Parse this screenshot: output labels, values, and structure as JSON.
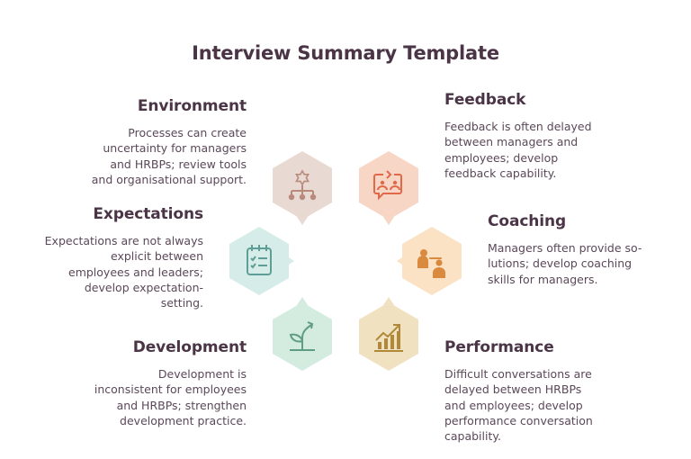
{
  "title": "Interview Summary Template",
  "sections": {
    "environment": {
      "heading": "Environment",
      "text": "Processes can create\nuncertainty for managers\nand HRBPs; review tools\nand organisational support.",
      "icon": "org-chart-icon",
      "color": "#e8d9d2",
      "icon_color": "#b98a7c"
    },
    "feedback": {
      "heading": "Feedback",
      "text": "Feedback is often delayed\nbetween managers and\nemployees; develop\nfeedback capability.",
      "icon": "feedback-chat-icon",
      "color": "#f8d6c6",
      "icon_color": "#e0694a"
    },
    "expectations": {
      "heading": "Expectations",
      "text": "Expectations are not always\nexplicit between\nemployees and leaders;\ndevelop expectation-\nsetting.",
      "icon": "checklist-icon",
      "color": "#d6ece8",
      "icon_color": "#5f9e96"
    },
    "coaching": {
      "heading": "Coaching",
      "text": "Managers often provide so-\nlutions; develop coaching\nskills for managers.",
      "icon": "coaching-people-icon",
      "color": "#fbe2c4",
      "icon_color": "#d98a3e"
    },
    "development": {
      "heading": "Development",
      "text": "Development is\ninconsistent for employees\nand HRBPs; strengthen\ndevelopment practice.",
      "icon": "growth-plant-icon",
      "color": "#d4ebe0",
      "icon_color": "#5f9e80"
    },
    "performance": {
      "heading": "Performance",
      "text": "Difficult conversations are\ndelayed between HRBPs\nand employees; develop\nperformance conversation\ncapability.",
      "icon": "bar-chart-growth-icon",
      "color": "#f0e2c0",
      "icon_color": "#b0883a"
    }
  }
}
